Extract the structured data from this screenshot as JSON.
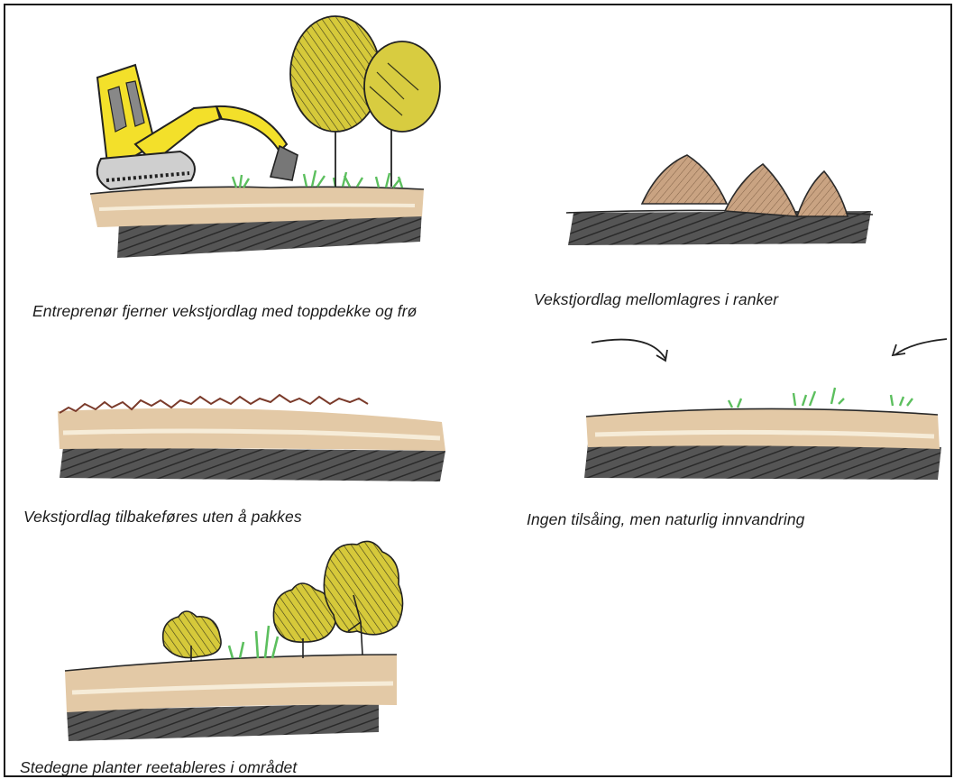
{
  "panels": [
    {
      "id": "excavation",
      "caption": "Entreprenør fjerner vekstjordlag med toppdekke og frø"
    },
    {
      "id": "storage",
      "caption": "Vekstjordlag mellomlagres i ranker"
    },
    {
      "id": "return",
      "caption": "Vekstjordlag tilbakeføres uten å pakkes"
    },
    {
      "id": "natural",
      "caption": "Ingen tilsåing, men naturlig innvandring"
    },
    {
      "id": "reestablish",
      "caption": "Stedegne planter reetableres i området"
    }
  ],
  "colors": {
    "topsoil": "#e3c9a6",
    "topsoil_light": "#f1e3cc",
    "subsoil": "#5a5a5a",
    "machine": "#f3e02a",
    "tree": "#d6c93a",
    "grass": "#7bc96f",
    "pile": "#c9a382"
  }
}
